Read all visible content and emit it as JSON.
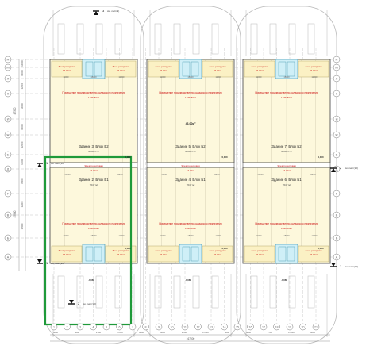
{
  "drawing": {
    "row_axes": [
      "Н",
      "М",
      "Л",
      "К",
      "И",
      "Ж",
      "Е",
      "Д",
      "Г",
      "В",
      "Б",
      "А"
    ],
    "col_axes": [
      "1",
      "2",
      "3",
      "4",
      "5",
      "6",
      "7",
      "8",
      "9",
      "10",
      "11",
      "12",
      "13",
      "14",
      "15",
      "16",
      "17",
      "18",
      "19",
      "20",
      "21"
    ],
    "left_dims": [
      "47300",
      "45800",
      "12000",
      "12000",
      "12000",
      "12000",
      "12000",
      "12000",
      "12000",
      "8000",
      "12000",
      "12000"
    ],
    "bottom_dims": [
      "6000",
      "6000",
      "2700",
      "27000",
      "6000",
      "6000",
      "2700",
      "27000",
      "6000",
      "6000",
      "2700",
      "27000",
      "6000"
    ],
    "bottom_total": "167000",
    "section_top": {
      "number": "3",
      "label": "см. лист(9)"
    },
    "section_left": {
      "number": "1",
      "label": "см. лист(10)"
    },
    "section_left_lower": {
      "number": "1",
      "label": "см. лист(10)"
    },
    "section_right": {
      "number": "2",
      "label": "см. лист(10)"
    },
    "section_right_lower": {
      "number": "1",
      "label": "см. лист(10)"
    },
    "section_bottom": {
      "number": "2",
      "label": "см. лист(10)"
    },
    "zone_label": "Зона разгрузки",
    "zone_area": "66.00м²",
    "hall_label": "Помещение производственно-складского назначения",
    "hall_area_top": "1876.80м²",
    "hall_area_bottom": "1836.80м²",
    "corridor_label": "Электрощитовая",
    "corridor_area": "13.00м²",
    "inner_dims": [
      "11000",
      "18000",
      "11000",
      "23070",
      "20570"
    ],
    "elevation": "0,000",
    "elevation_low": "-0,060",
    "hall_center_area": "46.00м²",
    "buildings_top": [
      {
        "name": "Здание 3. Блок Б2",
        "area": "5500.2 м²"
      },
      {
        "name": "Здание 5. Блок Б2",
        "area": "5500.2 м²"
      },
      {
        "name": "Здание 7. Блок Б2",
        "area": "5500.2 м²"
      }
    ],
    "buildings_bottom": [
      {
        "name": "Здание 2. Блок Б1",
        "area": "7647 м²"
      },
      {
        "name": "Здание 4. Блок Б1",
        "area": "7647 м²"
      },
      {
        "name": "Здание 6. Блок Б1",
        "area": "7647 м²"
      }
    ],
    "colors": {
      "line": "#555555",
      "grid": "#9a9a9a",
      "hall_fill": "#fdf8dc",
      "zone_fill": "#fbf1c4",
      "core_fill": "#cfeff7",
      "core_line": "#3a8fa8",
      "red_text": "#cc1111",
      "highlight": "#1f9a3a",
      "road": "#b8b8b8"
    }
  }
}
